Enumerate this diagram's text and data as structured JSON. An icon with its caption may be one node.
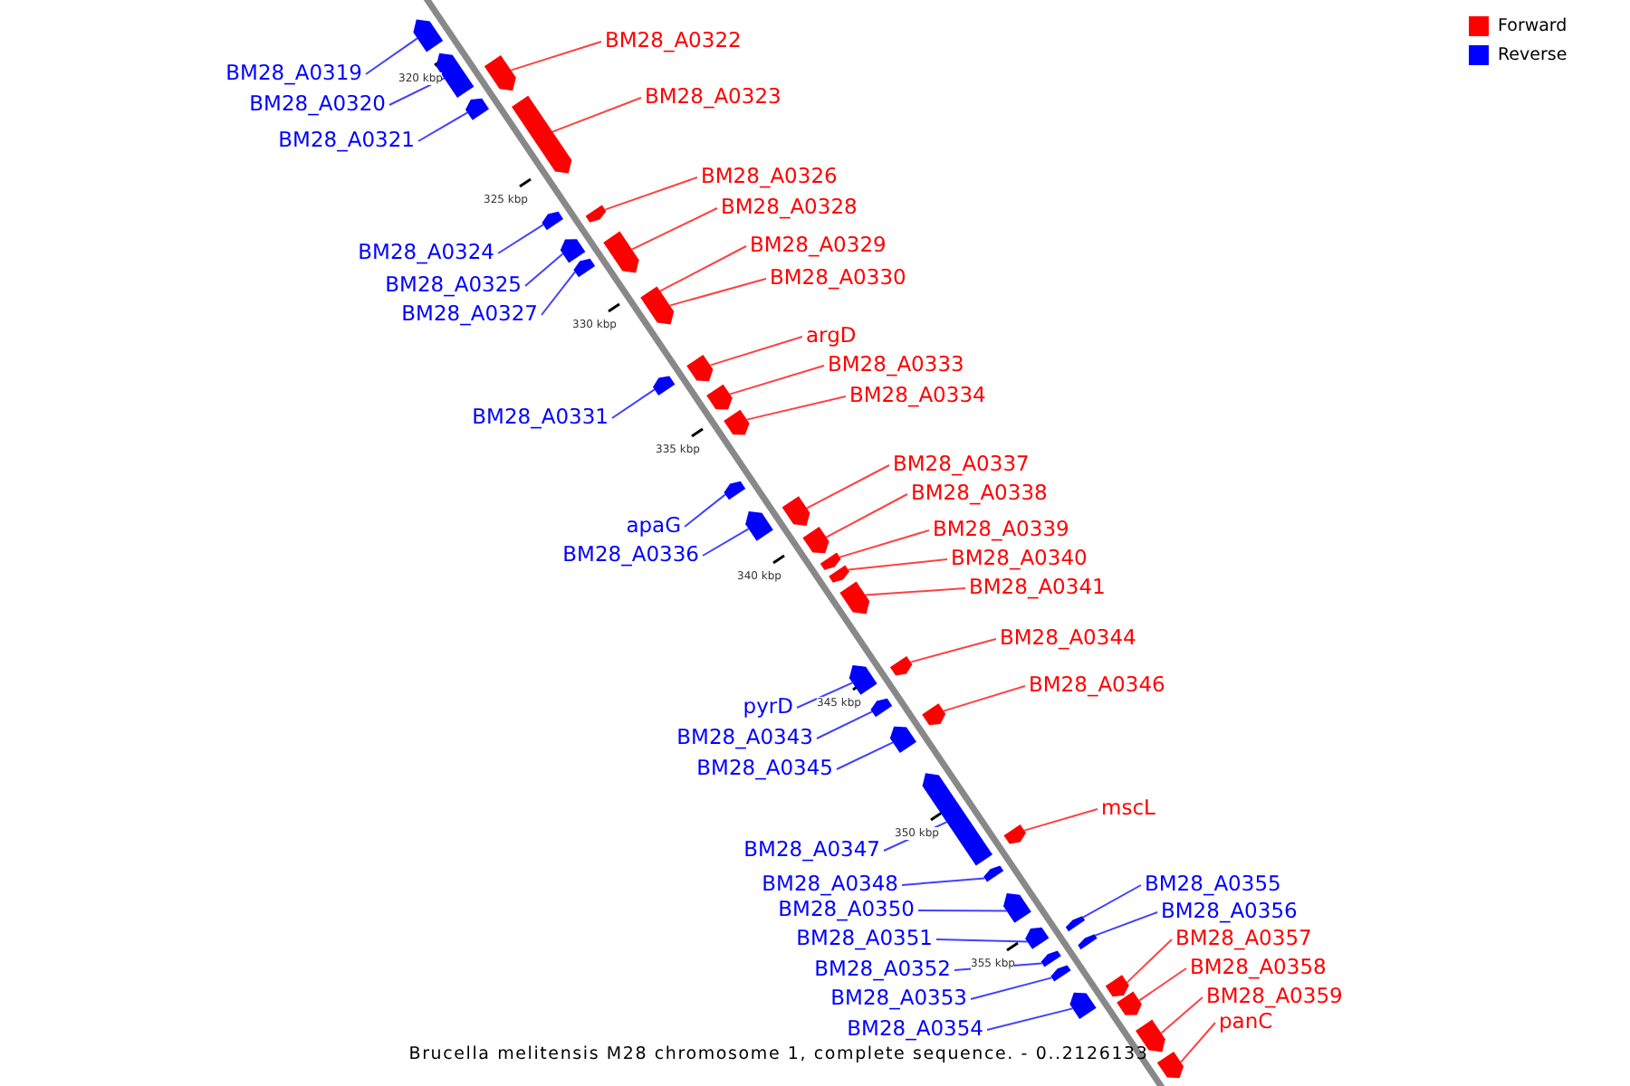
{
  "diagram": {
    "caption": "Brucella melitensis M28 chromosome 1, complete sequence. - 0..2126133",
    "nodes": [
      {
        "text": [
          "BM28_A0322"
        ]
      },
      {
        "text": [],
        "shape": "box"
      },
      {
        "text": [
          "BM28_A0319"
        ]
      },
      {
        "text": [],
        "shape": "box"
      },
      {
        "text": [
          "BM28_A0323"
        ]
      },
      {
        "text": [],
        "shape": "box"
      },
      {
        "text": [
          "BM28_A0320"
        ]
      },
      {
        "text": [],
        "shape": "box"
      },
      {
        "text": [
          "BM28_A0321"
        ]
      },
      {
        "text": [],
        "shape": "box"
      },
      {
        "text": [
          "BM28_A0326"
        ]
      },
      {
        "text": [],
        "shape": "box"
      },
      {
        "text": [
          "BM28_A0328"
        ]
      },
      {
        "text": [],
        "shape": "box"
      },
      {
        "text": [
          "BM28_A0329"
        ]
      },
      {
        "text": [],
        "shape": "box"
      },
      {
        "text": [
          "BM28_A0324"
        ]
      },
      {
        "text": [],
        "shape": "box"
      },
      {
        "text": [
          "BM28_A0330"
        ]
      },
      {
        "text": [],
        "shape": "box"
      },
      {
        "text": [
          "BM28_A0325"
        ]
      },
      {
        "text": [],
        "shape": "box"
      },
      {
        "text": [
          "BM28_A0327"
        ]
      },
      {
        "text": [],
        "shape": "box"
      },
      {
        "text": [
          "argD"
        ]
      },
      {
        "text": [],
        "shape": "box"
      },
      {
        "text": [
          "BM28_A0333"
        ]
      },
      {
        "text": [],
        "shape": "box"
      },
      {
        "text": [
          "BM28_A0334"
        ]
      },
      {
        "text": [],
        "shape": "box"
      },
      {
        "text": [
          "BM28_A0331"
        ]
      },
      {
        "text": [],
        "shape": "box"
      },
      {
        "text": [
          "BM28_A0337"
        ]
      },
      {
        "text": [],
        "shape": "box"
      },
      {
        "text": [
          "BM28_A0338"
        ]
      },
      {
        "text": [],
        "shape": "box"
      },
      {
        "text": [
          "apaG"
        ]
      },
      {
        "text": [],
        "shape": "box"
      },
      {
        "text": [
          "BM28_A0339"
        ]
      },
      {
        "text": [],
        "shape": "box"
      },
      {
        "text": [
          "BM28_A0336"
        ]
      },
      {
        "text": [],
        "shape": "box"
      },
      {
        "text": [
          "BM28_A0340"
        ]
      },
      {
        "text": [],
        "shape": "box"
      },
      {
        "text": [
          "BM28_A0341"
        ]
      },
      {
        "text": [],
        "shape": "box"
      },
      {
        "text": [
          "BM28_A0344"
        ]
      },
      {
        "text": [],
        "shape": "box"
      },
      {
        "text": [
          "BM28_A0346"
        ]
      },
      {
        "text": [],
        "shape": "box"
      },
      {
        "text": [
          "pyrD"
        ]
      },
      {
        "text": [],
        "shape": "box"
      },
      {
        "text": [
          "BM28_A0343"
        ]
      },
      {
        "text": [],
        "shape": "box"
      },
      {
        "text": [
          "BM28_A0345"
        ]
      },
      {
        "text": [],
        "shape": "box"
      },
      {
        "text": [
          "mscL"
        ]
      },
      {
        "text": [],
        "shape": "box"
      },
      {
        "text": [
          "BM28_A0347"
        ]
      },
      {
        "text": [],
        "shape": "box"
      },
      {
        "text": [
          "BM28_A0348"
        ]
      },
      {
        "text": [],
        "shape": "box"
      },
      {
        "text": [
          "BM28_A0355"
        ]
      },
      {
        "text": [],
        "shape": "box"
      },
      {
        "text": [
          "BM28_A0350"
        ]
      },
      {
        "text": [],
        "shape": "box"
      },
      {
        "text": [
          "BM28_A0356"
        ]
      },
      {
        "text": [],
        "shape": "box"
      },
      {
        "text": [
          "BM28_A0351"
        ]
      },
      {
        "text": [],
        "shape": "box"
      },
      {
        "text": [
          "BM28_A0357"
        ]
      },
      {
        "text": [],
        "shape": "box"
      },
      {
        "text": [
          "BM28_A0352"
        ]
      },
      {
        "text": [],
        "shape": "box"
      },
      {
        "text": [
          "BM28_A0358"
        ]
      },
      {
        "text": [],
        "shape": "box"
      },
      {
        "text": [
          "BM28_A0353"
        ]
      },
      {
        "text": [],
        "shape": "box"
      },
      {
        "text": [
          "BM28_A0359"
        ]
      },
      {
        "text": [],
        "shape": "box"
      },
      {
        "text": [
          "BM28_A0354"
        ]
      },
      {
        "text": [],
        "shape": "box"
      },
      {
        "text": [
          "panC"
        ]
      },
      {
        "text": [],
        "shape": "box"
      }
    ],
    "edges": [
      {
        "from": 0,
        "to": 1,
        "arrow": "none",
        "color": "#ff0000"
      },
      {
        "from": 2,
        "to": 3,
        "arrow": "none",
        "color": "#0000ff"
      },
      {
        "from": 4,
        "to": 5,
        "arrow": "none",
        "color": "#ff0000"
      },
      {
        "from": 6,
        "to": 7,
        "arrow": "none",
        "color": "#0000ff"
      },
      {
        "from": 8,
        "to": 9,
        "arrow": "none",
        "color": "#0000ff"
      },
      {
        "from": 10,
        "to": 11,
        "arrow": "none",
        "color": "#ff0000"
      },
      {
        "from": 12,
        "to": 13,
        "arrow": "none",
        "color": "#ff0000"
      },
      {
        "from": 14,
        "to": 15,
        "arrow": "none",
        "color": "#ff0000"
      },
      {
        "from": 16,
        "to": 17,
        "arrow": "none",
        "color": "#0000ff"
      },
      {
        "from": 18,
        "to": 19,
        "arrow": "none",
        "color": "#ff0000"
      },
      {
        "from": 20,
        "to": 21,
        "arrow": "none",
        "color": "#0000ff"
      },
      {
        "from": 22,
        "to": 23,
        "arrow": "none",
        "color": "#0000ff"
      },
      {
        "from": 24,
        "to": 25,
        "arrow": "none",
        "color": "#ff0000"
      },
      {
        "from": 26,
        "to": 27,
        "arrow": "none",
        "color": "#ff0000"
      },
      {
        "from": 28,
        "to": 29,
        "arrow": "none",
        "color": "#ff0000"
      },
      {
        "from": 30,
        "to": 31,
        "arrow": "none",
        "color": "#0000ff"
      },
      {
        "from": 32,
        "to": 33,
        "arrow": "none",
        "color": "#ff0000"
      },
      {
        "from": 34,
        "to": 35,
        "arrow": "none",
        "color": "#ff0000"
      },
      {
        "from": 36,
        "to": 37,
        "arrow": "none",
        "color": "#0000ff"
      },
      {
        "from": 38,
        "to": 39,
        "arrow": "none",
        "color": "#ff0000"
      },
      {
        "from": 40,
        "to": 41,
        "arrow": "none",
        "color": "#0000ff"
      },
      {
        "from": 42,
        "to": 43,
        "arrow": "none",
        "color": "#ff0000"
      },
      {
        "from": 44,
        "to": 45,
        "arrow": "none",
        "color": "#ff0000"
      },
      {
        "from": 46,
        "to": 47,
        "arrow": "none",
        "color": "#ff0000"
      },
      {
        "from": 48,
        "to": 49,
        "arrow": "none",
        "color": "#ff0000"
      },
      {
        "from": 50,
        "to": 51,
        "arrow": "none",
        "color": "#0000ff"
      },
      {
        "from": 52,
        "to": 53,
        "arrow": "none",
        "color": "#0000ff"
      },
      {
        "from": 54,
        "to": 55,
        "arrow": "none",
        "color": "#0000ff"
      },
      {
        "from": 56,
        "to": 57,
        "arrow": "none",
        "color": "#ff0000"
      },
      {
        "from": 58,
        "to": 59,
        "arrow": "none",
        "color": "#0000ff"
      },
      {
        "from": 60,
        "to": 61,
        "arrow": "none",
        "color": "#0000ff"
      },
      {
        "from": 62,
        "to": 63,
        "arrow": "none",
        "color": "#0000ff"
      },
      {
        "from": 64,
        "to": 65,
        "arrow": "none",
        "color": "#0000ff"
      },
      {
        "from": 66,
        "to": 67,
        "arrow": "none",
        "color": "#0000ff"
      },
      {
        "from": 68,
        "to": 69,
        "arrow": "none",
        "color": "#0000ff"
      },
      {
        "from": 70,
        "to": 71,
        "arrow": "none",
        "color": "#ff0000"
      },
      {
        "from": 72,
        "to": 73,
        "arrow": "none",
        "color": "#0000ff"
      },
      {
        "from": 74,
        "to": 75,
        "arrow": "none",
        "color": "#ff0000"
      },
      {
        "from": 76,
        "to": 77,
        "arrow": "none",
        "color": "#0000ff"
      },
      {
        "from": 78,
        "to": 79,
        "arrow": "none",
        "color": "#ff0000"
      },
      {
        "from": 80,
        "to": 81,
        "arrow": "none",
        "color": "#0000ff"
      },
      {
        "from": 82,
        "to": 83,
        "arrow": "none",
        "color": "#ff0000"
      }
    ],
    "labels": [
      "320 kbp",
      "325 kbp",
      "330 kbp",
      "335 kbp",
      "340 kbp",
      "345 kbp",
      "350 kbp",
      "355 kbp"
    ],
    "legend": [
      {
        "text": "Forward",
        "color": "#ff0000"
      },
      {
        "text": "Reverse",
        "color": "#0000ff"
      }
    ]
  }
}
